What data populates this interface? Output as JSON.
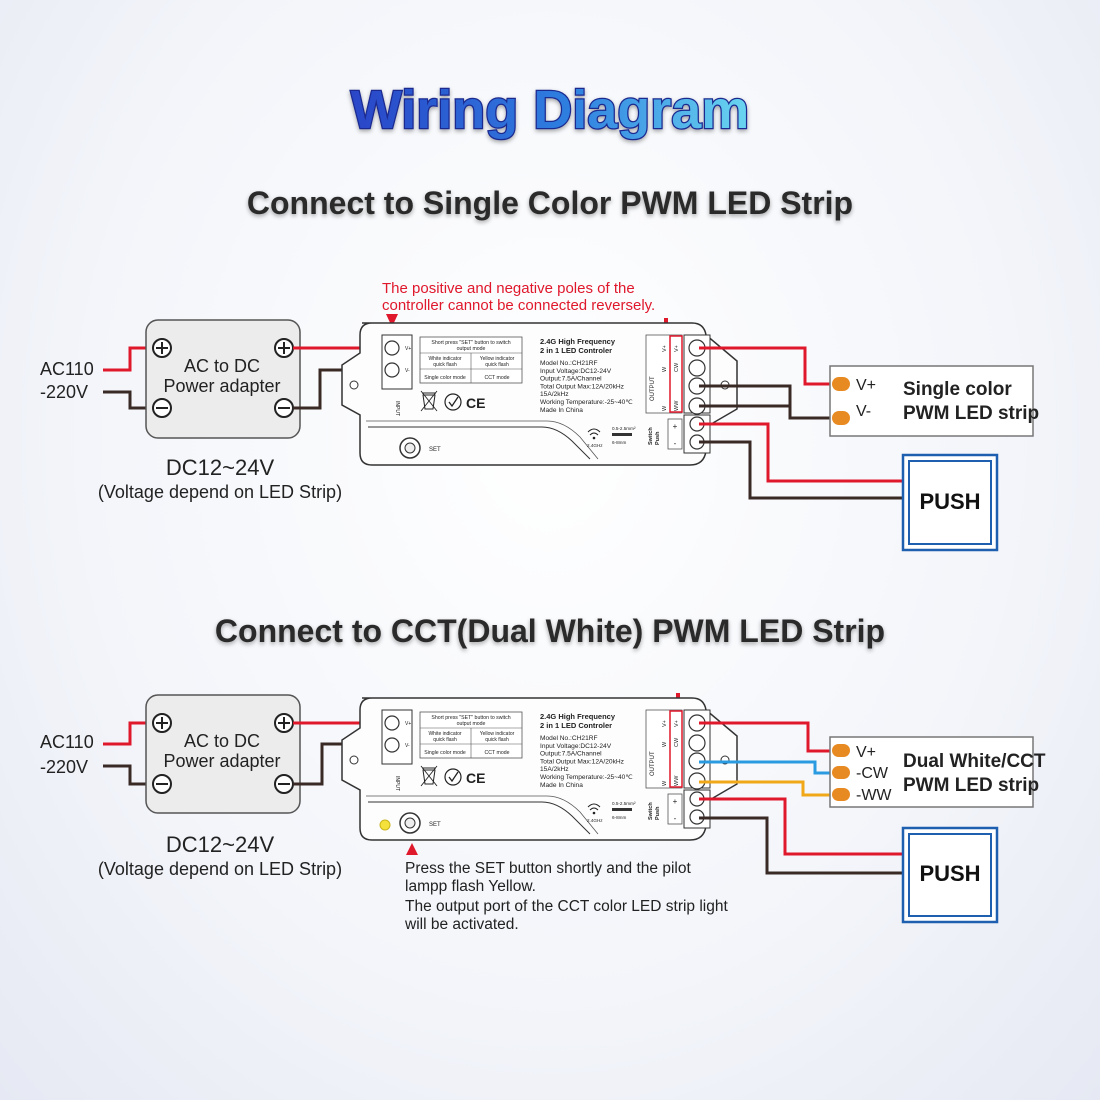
{
  "title": "Wiring Diagram",
  "colors": {
    "title_fill": "#2f5fd8",
    "title_stroke": "#16278a",
    "wire_red": "#e0182c",
    "wire_dark": "#3a2a26",
    "wire_blue": "#2a9be0",
    "wire_yellow": "#f0a818",
    "push_blue": "#1e5fb0",
    "warn_red": "#e0182c"
  },
  "section1": {
    "heading": "Connect to Single Color PWM LED Strip",
    "warning": [
      "The positive and negative poles of the",
      "controller cannot be connected reversely."
    ],
    "ac_label": "AC110",
    "ac_voltage": "-220V",
    "adapter_label": [
      "AC to DC",
      "Power adapter"
    ],
    "dc_label": "DC12~24V",
    "dc_note": "(Voltage depend on LED Strip)",
    "strip_pins": [
      "V+",
      "V-"
    ],
    "strip_label": [
      "Single color",
      "PWM LED strip"
    ],
    "push_label": "PUSH"
  },
  "section2": {
    "heading": "Connect to CCT(Dual White) PWM LED Strip",
    "ac_label": "AC110",
    "ac_voltage": "-220V",
    "adapter_label": [
      "AC to DC",
      "Power adapter"
    ],
    "dc_label": "DC12~24V",
    "dc_note": "(Voltage depend on LED Strip)",
    "strip_pins": [
      "V+",
      "-CW",
      "-WW"
    ],
    "strip_label": [
      "Dual White/CCT",
      "PWM LED strip"
    ],
    "push_label": "PUSH",
    "note": [
      "Press the SET button shortly and the pilot",
      "lampp flash Yellow.",
      "The output port of the CCT color LED strip light",
      "will be activated."
    ]
  },
  "controller": {
    "specs_title": [
      "2.4G High Frequency",
      "2 in 1 LED Controler"
    ],
    "specs": [
      "Model No.:CH21RF",
      "Input Voltage:DC12-24V",
      "Output:7.5A/Channel",
      "Total Output Max:12A/20kHz",
      "15A/2kHz",
      "Working Temperature:-25~40℃",
      "Made In China"
    ],
    "mode_header": [
      "Short press \"SET\" button to switch",
      "output mode"
    ],
    "mode_white": [
      "White indicator",
      "quick flash"
    ],
    "mode_yellow": [
      "Yellow indicator",
      "quick flash"
    ],
    "mode_single": "Single color mode",
    "mode_cct": "CCT mode",
    "input_pins": [
      "V+",
      "V-"
    ],
    "input_label": "INPUT",
    "output_label": "OUTPUT",
    "output_top": [
      "V+",
      "V+"
    ],
    "output_mid": [
      "W",
      "CW"
    ],
    "output_bot": [
      "W",
      "WW"
    ],
    "switch_label": [
      "Switch",
      "Push"
    ],
    "switch_pins": [
      "+",
      "-"
    ],
    "freq": "2.4GHz",
    "wire_spec": [
      "0.5-2.5mm²",
      "6-8mm"
    ],
    "set_label": "SET",
    "ce_mark": "CE"
  }
}
